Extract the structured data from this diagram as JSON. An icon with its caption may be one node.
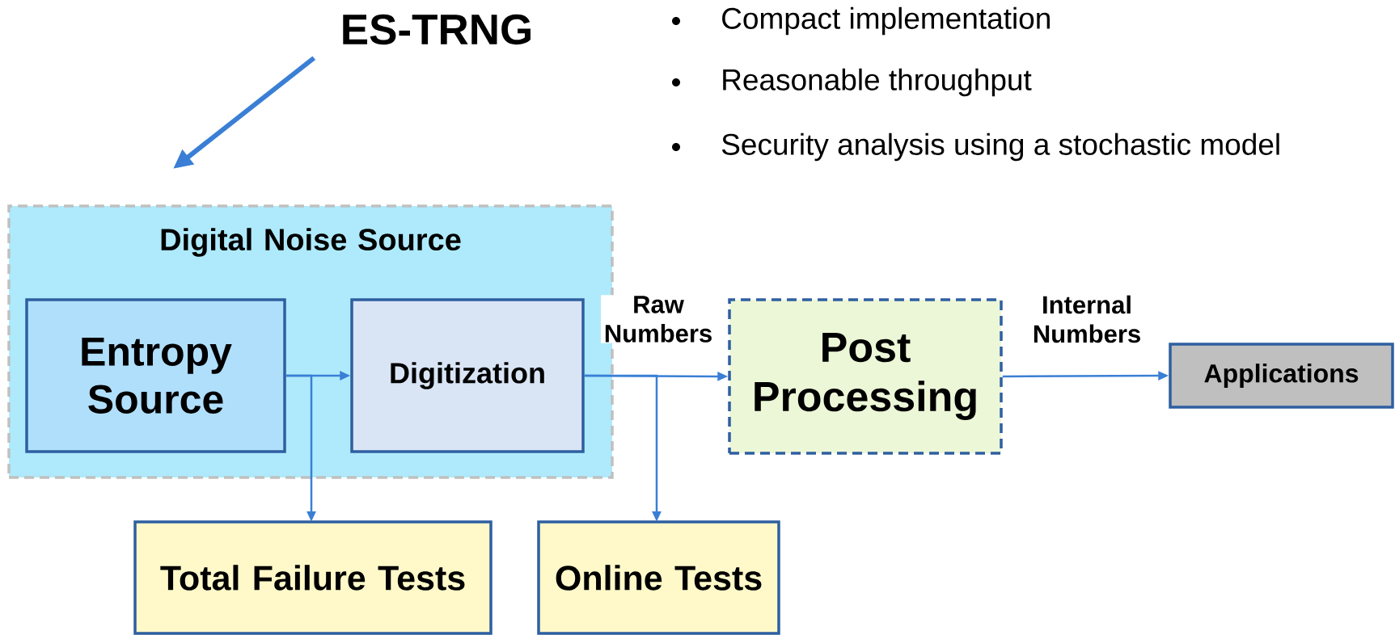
{
  "diagram": {
    "nodes": [
      {
        "text": [
          "ES-TRNG"
        ]
      },
      {
        "text": [
          "Digital Noise Source"
        ]
      },
      {
        "text": [
          "Entropy Source"
        ],
        "in": 1
      },
      {
        "text": [
          "Digitization"
        ],
        "in": 1
      },
      {
        "text": [
          "Post Processing"
        ]
      },
      {
        "text": [
          "Applications"
        ]
      },
      {
        "text": [
          "Total Failure Tests"
        ]
      },
      {
        "text": [
          "Online Tests"
        ]
      }
    ],
    "edges": [
      {
        "from": 0,
        "to": null,
        "arrow": "to",
        "style": "thick"
      },
      {
        "from": 2,
        "to": 3,
        "arrow": "to"
      },
      {
        "from": 2,
        "to": 6,
        "arrow": "to"
      },
      {
        "from": 3,
        "to": 4,
        "arrow": "to",
        "label": "Raw Numbers"
      },
      {
        "from": 3,
        "to": 7,
        "arrow": "to"
      },
      {
        "from": 4,
        "to": 5,
        "arrow": "to",
        "label": "Internal Numbers"
      }
    ],
    "labels": [
      "Compact implementation",
      "Reasonable throughput",
      "Security analysis using a stochastic model"
    ]
  }
}
